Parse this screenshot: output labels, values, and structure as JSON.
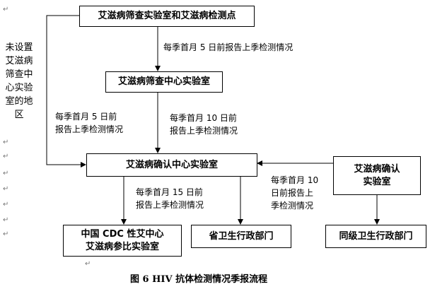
{
  "boxes": {
    "top": "艾滋病筛查实验室和艾滋病检测点",
    "screening_center": "艾滋病筛查中心实验室",
    "confirm_center": "艾滋病确认中心实验室",
    "confirm_lab": "艾滋病确认\n实验室",
    "cdc": "中国 CDC 性艾中心\n艾滋病参比实验室",
    "province": "省卫生行政部门",
    "same_level": "同级卫生行政部门"
  },
  "notes": {
    "n1": "每季首月 5 日前报告上季检测情况",
    "n2": "每季首月 5 日前\n报告上季检测情况",
    "n3": "每季首月 10 日前\n报告上季检测情况",
    "n4": "每季首月 15 日前\n报告上季检测情况",
    "n5": "每季首月 10\n日前报告上\n季检测情况"
  },
  "side_label": "未设置\n艾滋病\n筛查中\n心实验\n室的地\n区",
  "caption": "图 6    HIV 抗体检测情况季报流程",
  "paragraph_mark": "↵"
}
